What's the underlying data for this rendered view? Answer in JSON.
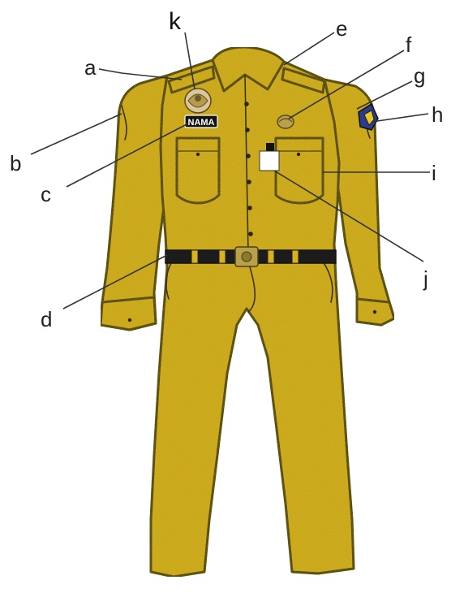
{
  "colors": {
    "fabric": "#d9b21c",
    "fabric_shadow": "#c9a018",
    "outline": "#2a2410",
    "belt": "#1c1c1c",
    "badge": "#b9a04a",
    "patch_blue": "#2c3a8c",
    "card": "#ffffff"
  },
  "name_tag": "NAMA",
  "labels": {
    "a": "a",
    "b": "b",
    "c": "c",
    "d": "d",
    "e": "e",
    "f": "f",
    "g": "g",
    "h": "h",
    "i": "i",
    "j": "j",
    "k": "k"
  },
  "icons": {
    "emblem": "korpri-emblem-icon",
    "collar_badge": "rank-badge-icon",
    "sleeve_patch": "shoulder-patch-icon",
    "belt_buckle": "buckle-icon"
  }
}
